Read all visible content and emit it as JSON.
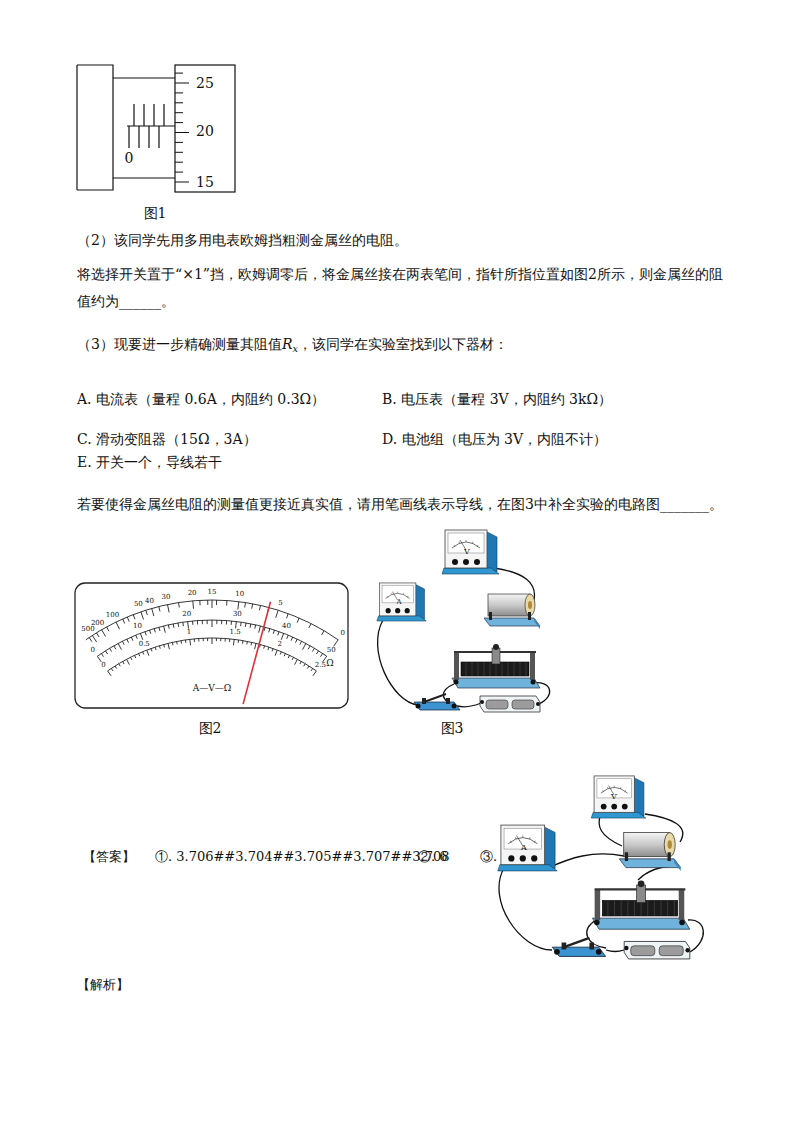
{
  "diagram": {
    "labels": [
      "25",
      "20",
      "15",
      "0",
      "图1",
      "（2）该同学先用多用电表欧姆挡粗测金属丝的电阻。",
      "将选择开关置于“×1”挡，欧姆调零后，将金属丝接在两表笔间，指针所指位置如图2所示，则金属丝的阻值约为______。",
      "（3）现要进一步精确测量其阻值",
      "R",
      "x",
      "，该同学在实验室找到以下器材：",
      "A. 电流表（量程 0.6A，内阻约 0.3Ω）",
      "B. 电压表（量程 3V，内阻约 3kΩ）",
      "C. 滑动变阻器（15Ω，3A）",
      "D. 电池组（电压为 3V，内阻不计）",
      "E. 开关一个，导线若干",
      "若要使得金属丝电阻的测量值更接近真实值，请用笔画线表示导线，在图3中补全实验的电路图_______。",
      "500",
      "200",
      "100",
      "50",
      "40",
      "30",
      "20",
      "15",
      "10",
      "5",
      "0",
      "Ω",
      "0",
      "10",
      "20",
      "30",
      "40",
      "50",
      "0",
      "0.5",
      "1",
      "1.5",
      "2",
      "2.5",
      "A—V—Ω",
      "V",
      "A",
      "图2",
      "图3",
      "【答案】",
      "①. 3.706##3.704##3.705##3.707##3.708",
      "②. 6",
      "③.",
      "V",
      "A",
      "【解析】"
    ]
  }
}
